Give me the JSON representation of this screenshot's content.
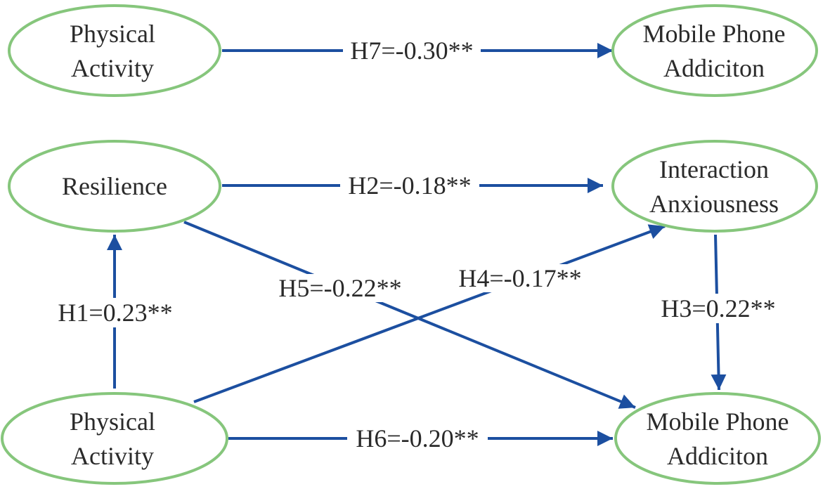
{
  "nodes": {
    "pa_top": [
      "Physical",
      "Activity"
    ],
    "mpa_top": [
      "Mobile Phone",
      "Addiciton"
    ],
    "resilience": [
      "Resilience"
    ],
    "ia": [
      "Interaction",
      "Anxiousness"
    ],
    "pa_bottom": [
      "Physical",
      "Activity"
    ],
    "mpa_bottom": [
      "Mobile Phone",
      "Addiciton"
    ]
  },
  "edges": {
    "h7": "H7=-0.30**",
    "h2": "H2=-0.18**",
    "h5": "H5=-0.22**",
    "h4": "H4=-0.17**",
    "h1": "H1=0.23**",
    "h3": "H3=0.22**",
    "h6": "H6=-0.20**"
  },
  "colors": {
    "node_border": "#86c67c",
    "arrow": "#1c4fa0",
    "text": "#2a2a2a"
  }
}
